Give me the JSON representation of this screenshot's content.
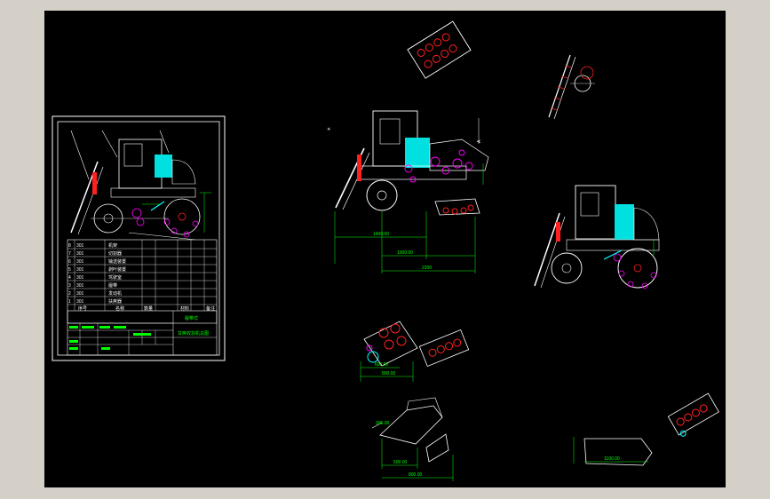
{
  "app": {
    "background_color": "#000000",
    "frame_color": "#d4d0c8"
  },
  "colors": {
    "outline": "#ffffff",
    "dimension": "#00ff00",
    "hatch": "#00ffff",
    "highlight": "#ff00ff",
    "accent": "#ff0000"
  },
  "sheet": {
    "table_headers": [
      "序号",
      "名称",
      "数量",
      "材料",
      "备注"
    ],
    "title_label": "履带式",
    "subtitle_label": "甘蔗收割机总图",
    "parts_rows": [
      [
        "8",
        "301",
        "机架"
      ],
      [
        "7",
        "301",
        "切割器"
      ],
      [
        "6",
        "301",
        "输送装置"
      ],
      [
        "5",
        "301",
        "剥叶装置"
      ],
      [
        "4",
        "301",
        "驾驶室"
      ],
      [
        "3",
        "301",
        "履带"
      ],
      [
        "2",
        "301",
        "发动机"
      ],
      [
        "1",
        "301",
        "扶蔗器"
      ]
    ]
  },
  "drawings": {
    "main_view_dims": [
      "1400.00",
      "1000.00",
      "2200"
    ],
    "sub_assembly_dims": [
      "600.00",
      "800.00"
    ],
    "bottom_left_dims": [
      "500.00",
      "300.00",
      "800.00"
    ],
    "bottom_right_dim": "1100.00",
    "side_label": "A"
  }
}
